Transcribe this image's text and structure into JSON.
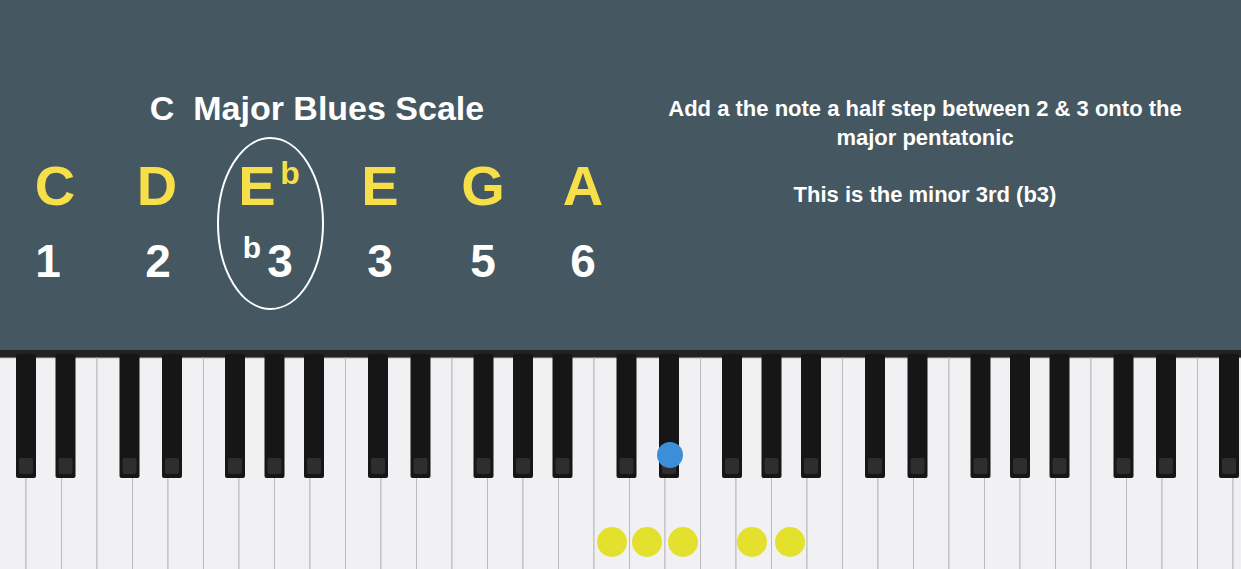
{
  "diagram": {
    "title": "C  Major Blues Scale",
    "nodes": [
      {
        "text": [
          "E",
          "b",
          "b",
          "3"
        ]
      }
    ],
    "labels": [
      "C",
      "D",
      "E",
      "G",
      "A",
      "1",
      "2",
      "3",
      "5",
      "6",
      "Add a the note a half step between 2 & 3 onto the major pentatonic",
      "This is the minor 3rd (b3)"
    ]
  }
}
